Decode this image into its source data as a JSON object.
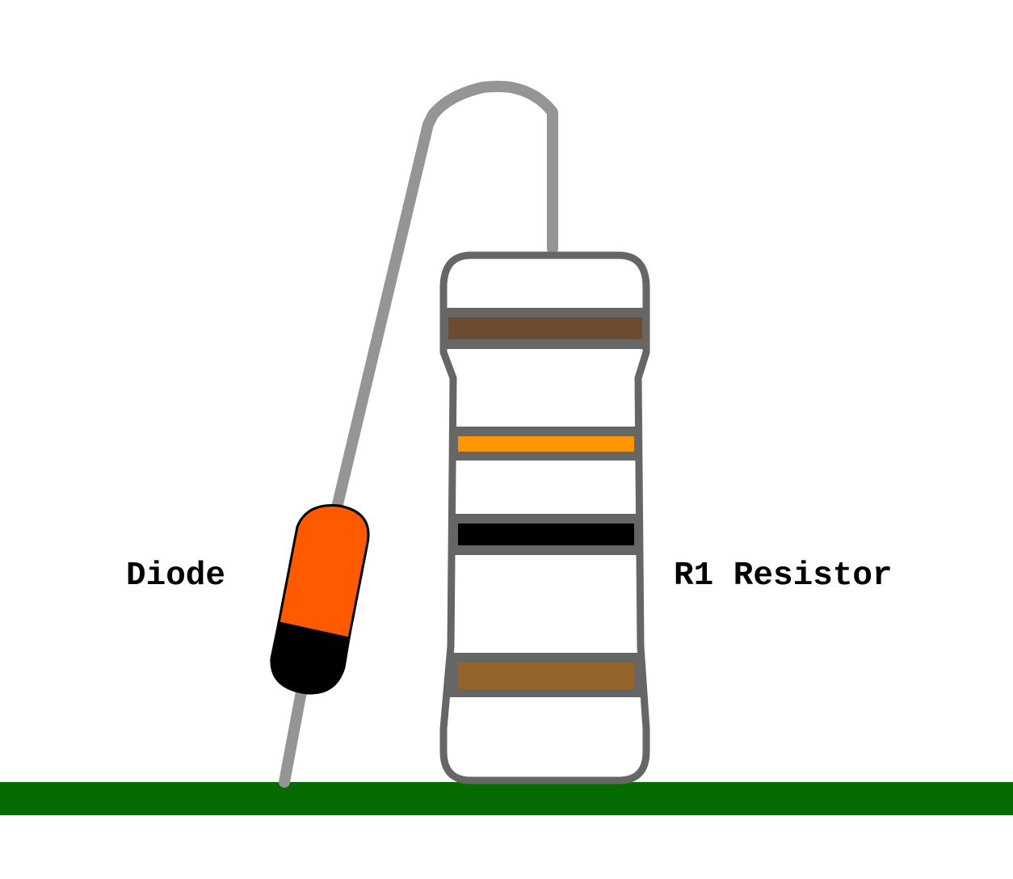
{
  "labels": {
    "diode": "Diode",
    "resistor": "R1 Resistor"
  },
  "colors": {
    "background": "#ffffff",
    "ground_rail": "#066b00",
    "lead_wire": "#959595",
    "resistor_outline": "#666666",
    "resistor_body": "#ffffff",
    "diode_body": "#ff5a00",
    "diode_cathode_band": "#000000",
    "diode_outline": "#000000"
  },
  "resistor_bands": [
    {
      "name": "band-1",
      "color": "#6b4c32"
    },
    {
      "name": "band-2",
      "color": "#ff9500"
    },
    {
      "name": "band-3",
      "color": "#000000"
    },
    {
      "name": "band-4",
      "color": "#93652a"
    }
  ]
}
